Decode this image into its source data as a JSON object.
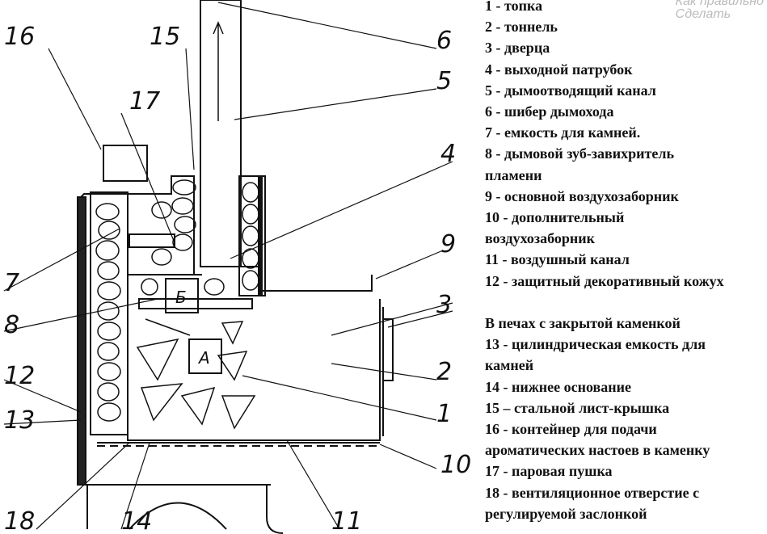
{
  "legend": [
    "1 - топка",
    "2 - тоннель",
    "3 - дверца",
    "4 - выходной патрубок",
    "5 - дымоотводящий канал",
    "6 - шибер дымохода",
    "7 - емкость для камней.",
    "8 - дымовой зуб-завихритель",
    "пламени",
    "9 - основной воздухозаборник",
    "10 - дополнительный",
    "воздухозаборник",
    "11 - воздушный канал",
    "12 - защитный декоративный кожух",
    "",
    "В печах с закрытой каменкой",
    "13 - цилиндрическая емкость для",
    "камней",
    "14 - нижнее основание",
    "15 – стальной лист-крышка",
    "16 - контейнер для подачи",
    "ароматических настоев в каменку",
    "17 - паровая пушка",
    "18 - вентиляционное отверстие  с",
    "регулируемой заслонкой"
  ],
  "callouts": {
    "n1": "1",
    "n2": "2",
    "n3": "3",
    "n4": "4",
    "n5": "5",
    "n6": "6",
    "n7": "7",
    "n8": "8",
    "n9": "9",
    "n10": "10",
    "n11": "11",
    "n12": "12",
    "n13": "13",
    "n14": "14",
    "n15": "15",
    "n16": "16",
    "n17": "17",
    "n18": "18"
  },
  "zones": {
    "a": "А",
    "b": "Б"
  },
  "watermark": {
    "line1": "Как правильно",
    "line2": "Сделать"
  }
}
